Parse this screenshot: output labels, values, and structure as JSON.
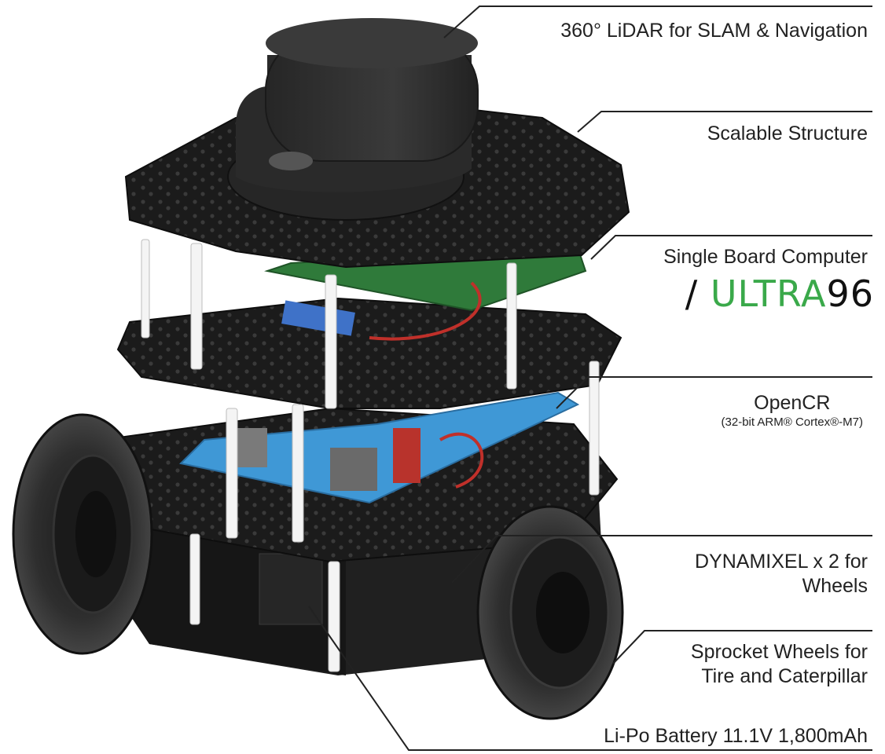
{
  "title": "",
  "callouts": [
    {
      "id": "lidar",
      "lines": [
        "360° LiDAR for SLAM & Navigation"
      ]
    },
    {
      "id": "structure",
      "lines": [
        "Scalable Structure"
      ]
    },
    {
      "id": "sbc",
      "lines": [
        "Single Board Computer"
      ]
    },
    {
      "id": "opencr",
      "lines": [
        "OpenCR"
      ],
      "sub": "(32-bit ARM® Cortex®-M7)"
    },
    {
      "id": "dynamixel",
      "lines": [
        "DYNAMIXEL x 2  for",
        "Wheels"
      ]
    },
    {
      "id": "sprocket",
      "lines": [
        "Sprocket Wheels for",
        "Tire and Caterpillar"
      ]
    },
    {
      "id": "battery",
      "lines": [
        "Li-Po Battery 11.1V 1,800mAh"
      ]
    }
  ],
  "brand": {
    "slash": "/ ",
    "ultra": "ULTRA",
    "num": "96",
    "ultra_color": "#3aa94a",
    "text_color": "#111111"
  },
  "colors": {
    "plate": "#1b1b1b",
    "plate_hole": "#3a3a3a",
    "post": "#f4f4f4",
    "pcb_green": "#2f7a3a",
    "pcb_blue": "#3f98d6",
    "tire": "#2b2b2b",
    "lidar": "#2e2e2e",
    "wire_red": "#c0302a",
    "leader": "#222222"
  }
}
